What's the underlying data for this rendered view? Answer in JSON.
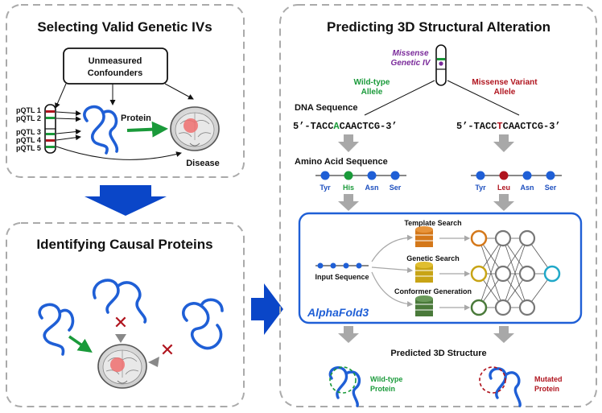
{
  "colors": {
    "blue": "#1f5fd6",
    "dark_blue": "#0a46c8",
    "green": "#1a9a3a",
    "red": "#b0141e",
    "purple": "#7a2a9a",
    "gray_arrow": "#a8a8a8",
    "orange_node": "#d4781a",
    "yellow_node": "#c8a415",
    "green_node": "#4a7a3a",
    "cyan_node": "#20a8c8"
  },
  "panel1": {
    "title": "Selecting Valid Genetic IVs",
    "confounders_line1": "Unmeasured",
    "confounders_line2": "Confounders",
    "pqtls": [
      "pQTL 1",
      "pQTL 2",
      "pQTL 3",
      "pQTL 4",
      "pQTL 5"
    ],
    "protein": "Protein",
    "disease": "Disease"
  },
  "panel2": {
    "title": "Identifying Causal Proteins"
  },
  "panel3": {
    "title": "Predicting 3D Structural Alteration",
    "missense_line1": "Missense",
    "missense_line2": "Genetic IV",
    "wild_type_allele_line1": "Wild-type",
    "wild_type_allele_line2": "Allele",
    "missense_allele_line1": "Missense Variant",
    "missense_allele_line2": "Allele",
    "dna_label": "DNA Sequence",
    "seq_left_pre": "5’-TACC",
    "seq_left_var": "A",
    "seq_left_post": "CAACTCG-3’",
    "seq_right_pre": "5’-TACC",
    "seq_right_var": "T",
    "seq_right_post": "CAACTCG-3’",
    "aa_label": "Amino Acid Sequence",
    "aa_left": [
      "Tyr",
      "His",
      "Asn",
      "Ser"
    ],
    "aa_right": [
      "Tyr",
      "Leu",
      "Asn",
      "Ser"
    ],
    "template_search": "Template Search",
    "genetic_search": "Genetic Search",
    "conformer_generation": "Conformer Generation",
    "input_sequence": "Input Sequence",
    "alphafold": "AlphaFold3",
    "predicted_label": "Predicted 3D Structure",
    "wild_type_protein_line1": "Wild-type",
    "wild_type_protein_line2": "Protein",
    "mutated_protein_line1": "Mutated",
    "mutated_protein_line2": "Protein"
  }
}
